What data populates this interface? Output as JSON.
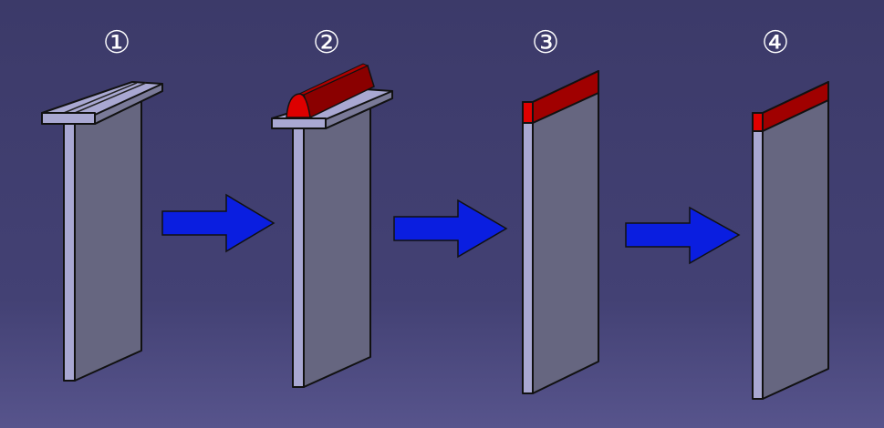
{
  "steps": [
    {
      "label": "①"
    },
    {
      "label": "②"
    },
    {
      "label": "③"
    },
    {
      "label": "④"
    }
  ],
  "colors": {
    "panel_face": "#666680",
    "panel_edge": "#a9a8d2",
    "weld": "#c00000",
    "arrow": "#0a1ee0"
  }
}
